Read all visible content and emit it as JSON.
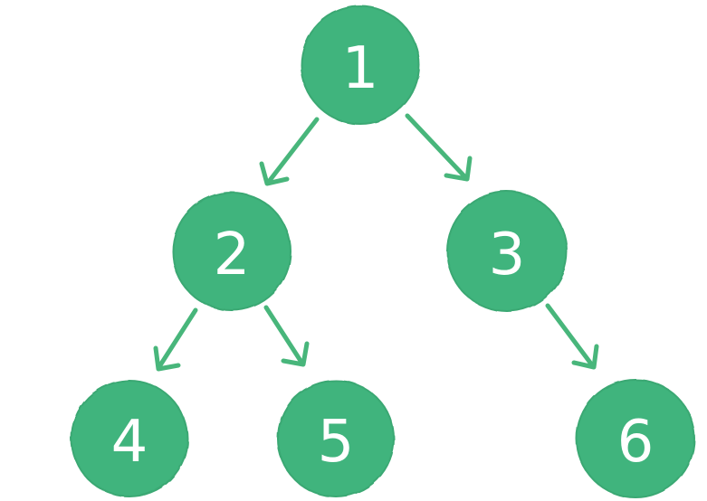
{
  "colors": {
    "node_fill": "#3fb47d",
    "node_stroke": "#3aa873",
    "edge": "#48b67b",
    "label": "#ffffff",
    "background": "#ffffff"
  },
  "nodes": [
    {
      "id": "n1",
      "label": "1"
    },
    {
      "id": "n2",
      "label": "2"
    },
    {
      "id": "n3",
      "label": "3"
    },
    {
      "id": "n4",
      "label": "4"
    },
    {
      "id": "n5",
      "label": "5"
    },
    {
      "id": "n6",
      "label": "6"
    }
  ],
  "edges": [
    {
      "from": "n1",
      "to": "n2"
    },
    {
      "from": "n1",
      "to": "n3"
    },
    {
      "from": "n2",
      "to": "n4"
    },
    {
      "from": "n2",
      "to": "n5"
    },
    {
      "from": "n3",
      "to": "n6"
    }
  ]
}
